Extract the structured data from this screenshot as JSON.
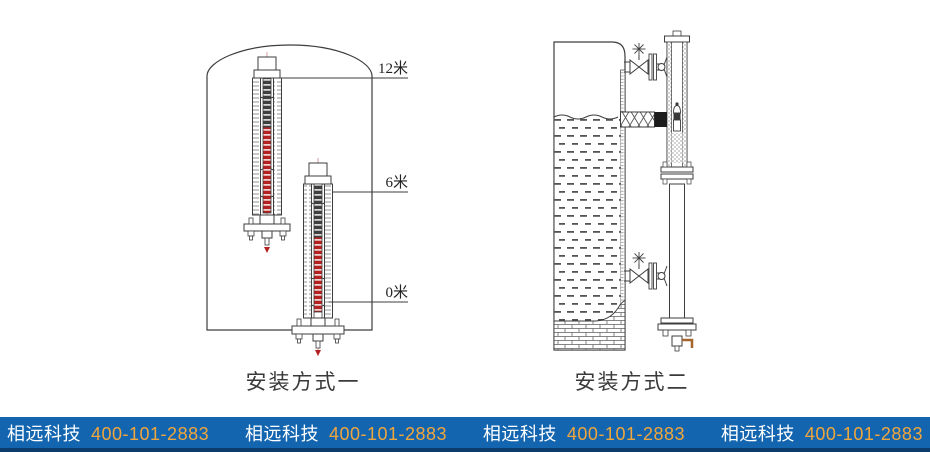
{
  "figures": {
    "method_one": {
      "caption": "安装方式一",
      "level_labels": [
        {
          "text": "12米"
        },
        {
          "text": "6米"
        },
        {
          "text": "0米"
        }
      ]
    },
    "method_two": {
      "caption": "安装方式二"
    }
  },
  "footer": {
    "company": "相远科技",
    "phone": "400-101-2883",
    "repeat": 4
  },
  "colors": {
    "banner_blue": "#1365b0",
    "banner_bottom_strip": "#0b3c6c",
    "company_text": "#ffffff",
    "phone_text": "#f0a63c",
    "diagram_line": "#3d3d3d",
    "flag_red": "#b32121",
    "flag_dark": "#3f3f3f",
    "centerline_red": "#cf8080",
    "drain_handle_brown": "#a5672f"
  }
}
